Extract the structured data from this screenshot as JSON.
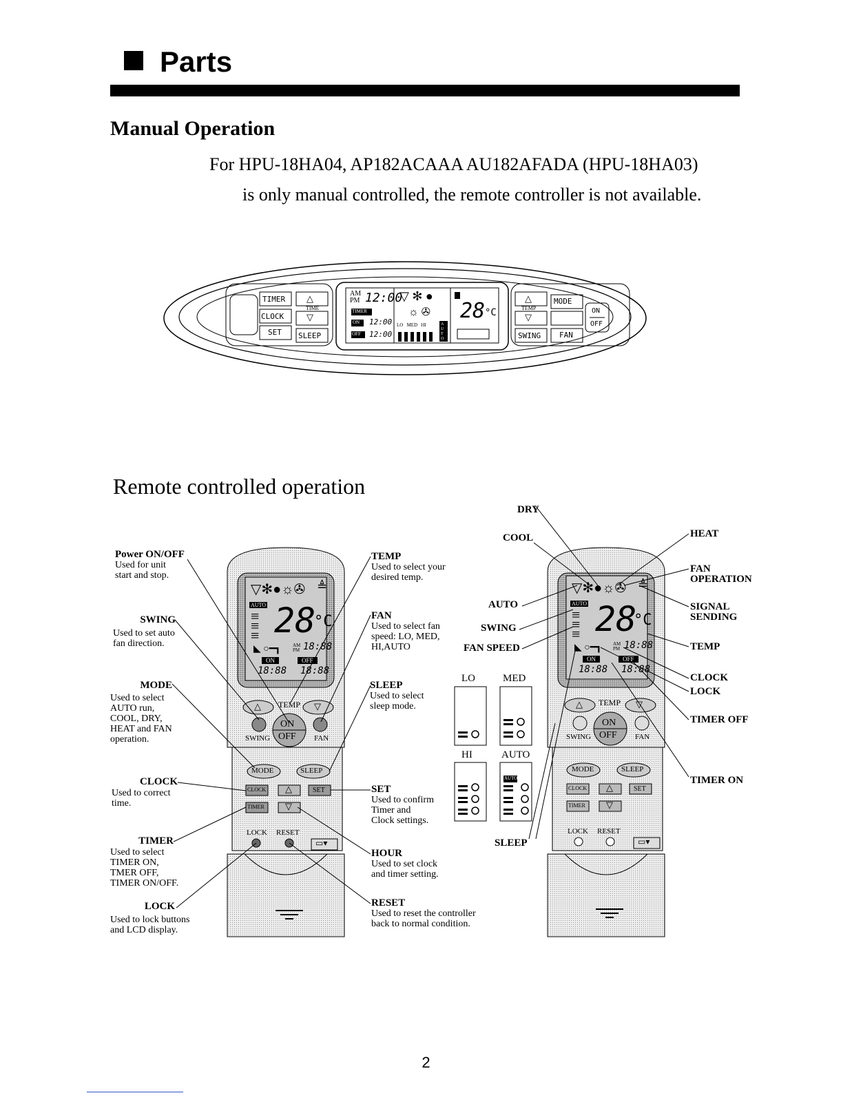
{
  "header": {
    "title": "Parts"
  },
  "manual": {
    "heading": "Manual Operation",
    "line1": "For HPU-18HA04, AP182ACAAA AU182AFADA (HPU-18HA03)",
    "line2": "is only manual controlled, the remote controller is not available."
  },
  "panel": {
    "buttons": {
      "timer": "TIMER",
      "clock": "CLOCK",
      "set": "SET",
      "sleep": "SLEEP",
      "time": "TIME",
      "temp": "TEMP",
      "mode": "MODE",
      "on": "ON",
      "off": "OFF",
      "swing": "SWING",
      "fan": "FAN"
    },
    "display": {
      "am": "AM",
      "pm": "PM",
      "clock": "12:00",
      "timer": "TIMER",
      "on": "ON",
      "off": "OFF",
      "on_time": "12:00",
      "off_time": "12:00",
      "speeds": "LO   MED   HI",
      "auto": "A U T O",
      "temp": "28",
      "unit": "°C"
    }
  },
  "remote": {
    "heading": "Remote controlled operation",
    "left_labels": [
      {
        "title": "Power ON/OFF",
        "desc": [
          "Used for unit",
          "start and stop."
        ]
      },
      {
        "title": "SWING",
        "desc": [
          "Used to set auto",
          "fan direction."
        ]
      },
      {
        "title": "MODE",
        "desc": [
          "Used to select",
          "AUTO run,",
          "COOL, DRY,",
          "HEAT and FAN",
          "operation."
        ]
      },
      {
        "title": "CLOCK",
        "desc": [
          "Used to correct",
          "time."
        ]
      },
      {
        "title": "TIMER",
        "desc": [
          "Used to select",
          "TIMER ON,",
          "TMER OFF,",
          "TIMER ON/OFF."
        ]
      },
      {
        "title": "LOCK",
        "desc": [
          "Used to lock buttons",
          "and LCD display."
        ]
      }
    ],
    "mid_labels": [
      {
        "title": "TEMP",
        "desc": [
          "Used to select your",
          "desired temp."
        ]
      },
      {
        "title": "FAN",
        "desc": [
          "Used to select fan",
          "speed: LO, MED,",
          "HI,AUTO"
        ]
      },
      {
        "title": "SLEEP",
        "desc": [
          "Used to select",
          "sleep mode."
        ]
      },
      {
        "title": "SET",
        "desc": [
          "Used to confirm",
          "Timer and",
          "Clock settings."
        ]
      },
      {
        "title": "HOUR",
        "desc": [
          "Used to set clock",
          "and timer setting."
        ]
      },
      {
        "title": "RESET",
        "desc": [
          "Used to reset the controller",
          "back to normal condition."
        ]
      }
    ],
    "indicator_labels": {
      "dry": "DRY",
      "cool": "COOL",
      "auto": "AUTO",
      "swing": "SWING",
      "fan_speed": "FAN SPEED",
      "sleep": "SLEEP"
    },
    "right_labels": {
      "heat": "HEAT",
      "fan_operation": [
        "FAN",
        "OPERATION"
      ],
      "signal_sending": [
        "SIGNAL",
        "SENDING"
      ],
      "temp": "TEMP",
      "clock": "CLOCK",
      "lock": "LOCK",
      "timer_off": "TIMER OFF",
      "timer_on": "TIMER ON"
    },
    "fan_speeds": {
      "lo": "LO",
      "med": "MED",
      "hi": "HI",
      "auto": "AUTO"
    },
    "remote_text": {
      "auto": "AUTO",
      "temp_value": "28",
      "unit": "°C",
      "am": "AM",
      "pm": "PM",
      "clock": "18:88",
      "on": "ON",
      "off": "OFF",
      "on_time": "18:88",
      "off_time": "18:88",
      "temp_label": "TEMP",
      "on_btn": "ON",
      "off_btn": "OFF",
      "swing": "SWING",
      "fan": "FAN",
      "mode": "MODE",
      "sleep": "SLEEP",
      "clock_btn": "CLOCK",
      "set": "SET",
      "timer": "TIMER",
      "lock": "LOCK",
      "reset": "RESET"
    }
  },
  "footer": {
    "page_number": "2"
  }
}
